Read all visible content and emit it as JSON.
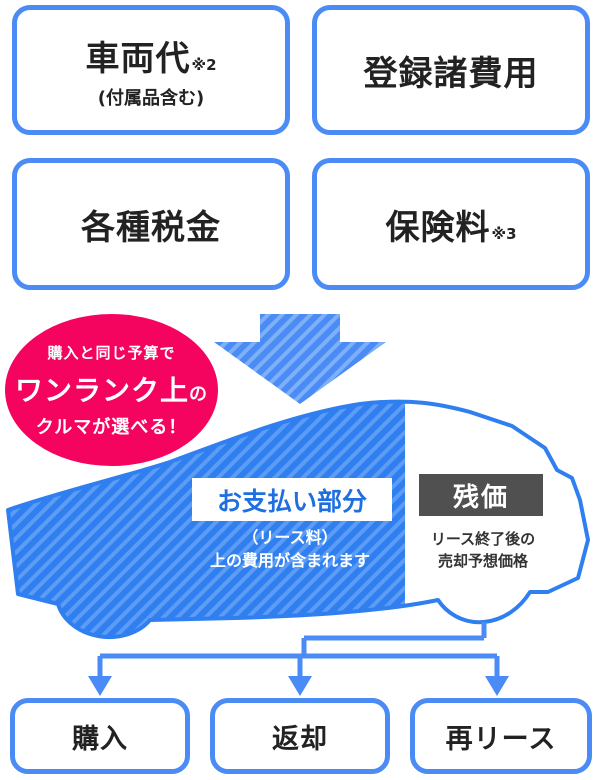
{
  "cost_boxes": [
    {
      "label": "車両代",
      "note": "※2",
      "sub": "(付属品含む)"
    },
    {
      "label": "登録諸費用"
    },
    {
      "label": "各種税金"
    },
    {
      "label": "保険料",
      "note": "※3"
    }
  ],
  "badge": {
    "line1": "購入と同じ予算で",
    "line2": "ワンランク上",
    "line2_suffix": "の",
    "line3": "クルマが選べる！"
  },
  "payment": {
    "title": "お支払い部分",
    "sub1": "（リース料）",
    "sub2": "上の費用が含まれます"
  },
  "residual": {
    "title": "残価",
    "sub1": "リース終了後の",
    "sub2": "売却予想価格"
  },
  "options": [
    "購入",
    "返却",
    "再リース"
  ],
  "colors": {
    "accent_blue": "#4a8bf5",
    "car_blue": "#2f7ff0",
    "badge_pink": "#f5045f",
    "residual_gray": "#505050"
  }
}
